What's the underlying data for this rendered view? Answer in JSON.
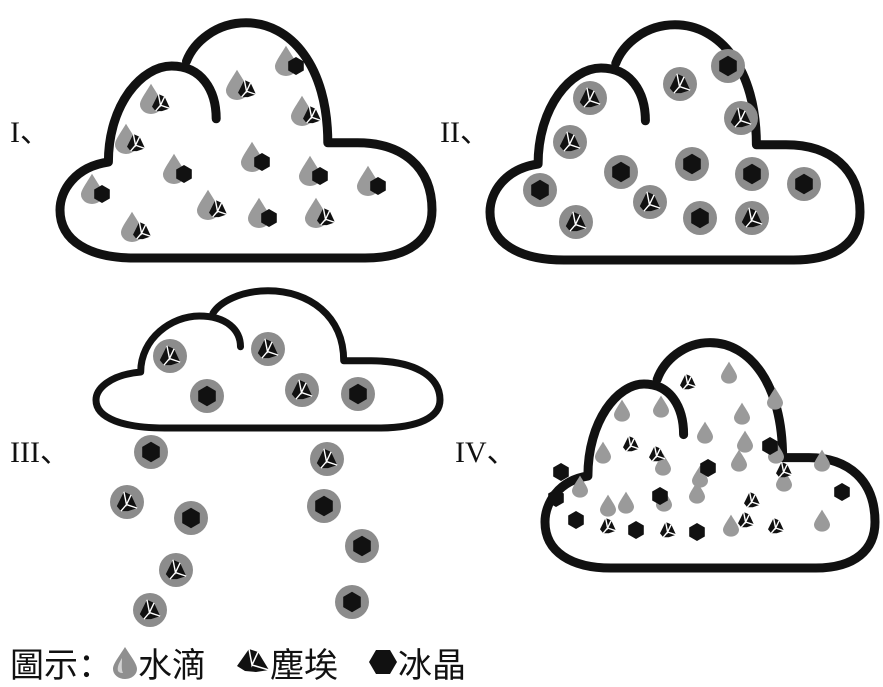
{
  "panels": [
    {
      "id": "I",
      "label": "I、"
    },
    {
      "id": "II",
      "label": "II、"
    },
    {
      "id": "III",
      "label": "III、"
    },
    {
      "id": "IV",
      "label": "IV、"
    }
  ],
  "legend": {
    "prefix": "圖示：",
    "items": [
      {
        "icon": "water-droplet-icon",
        "label": "水滴"
      },
      {
        "icon": "dust-particle-icon",
        "label": "塵埃"
      },
      {
        "icon": "ice-crystal-icon",
        "label": "冰晶"
      }
    ]
  },
  "colors": {
    "outline": "#111111",
    "droplet": "#9a9a9a",
    "halo": "#8c8c8c",
    "fill": "#ffffff"
  }
}
